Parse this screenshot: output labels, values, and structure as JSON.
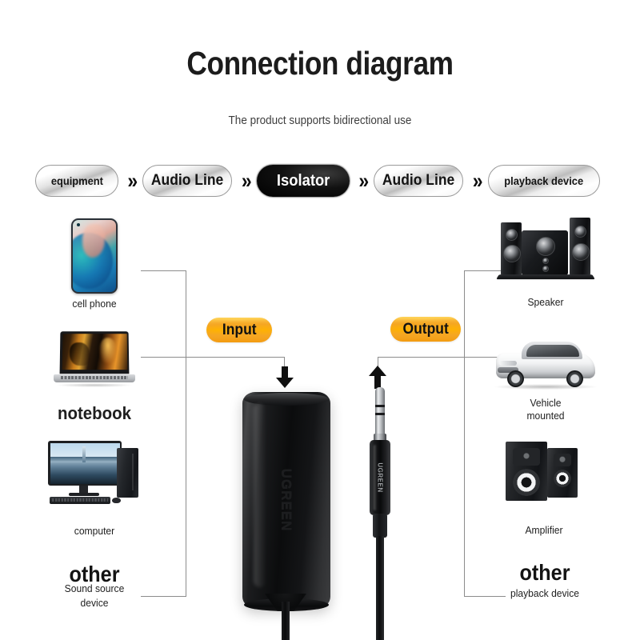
{
  "header": {
    "title": "Connection diagram",
    "subtitle": "The product supports bidirectional use"
  },
  "flow": {
    "steps": [
      {
        "label": "equipment",
        "style": "light"
      },
      {
        "label": "Audio Line",
        "style": "light"
      },
      {
        "label": "Isolator",
        "style": "dark"
      },
      {
        "label": "Audio Line",
        "style": "light"
      },
      {
        "label": "playback device",
        "style": "light"
      }
    ],
    "separator": "»"
  },
  "badges": {
    "input": "Input",
    "output": "Output",
    "color": "#f5a623"
  },
  "device": {
    "brand": "UGREEN",
    "plug_brand": "UGREEN"
  },
  "sources": {
    "items": [
      {
        "label": "cell phone",
        "size": "small"
      },
      {
        "label": "notebook",
        "size": "large"
      },
      {
        "label": "computer",
        "size": "small"
      }
    ],
    "other_label": "other",
    "other_sub_line1": "Sound source",
    "other_sub_line2": "device"
  },
  "outputs": {
    "items": [
      {
        "label": "Speaker",
        "size": "small"
      },
      {
        "label": "Vehicle",
        "label2": "mounted",
        "size": "small"
      },
      {
        "label": "Amplifier",
        "size": "small"
      }
    ],
    "other_label": "other",
    "other_sub": "playback device"
  }
}
